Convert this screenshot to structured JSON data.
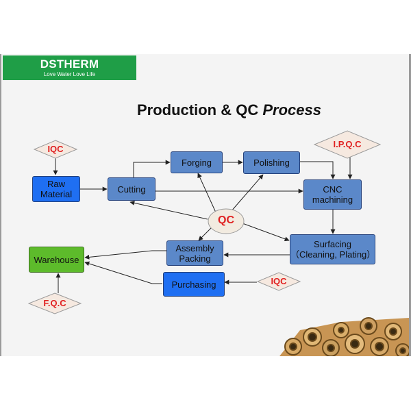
{
  "brand": {
    "name": "DSTHERM",
    "tagline": "Love Water Love Life"
  },
  "title": {
    "main": "Production & QC ",
    "emphasis": "Process"
  },
  "nodes": {
    "raw_material": [
      "Raw",
      "Material"
    ],
    "cutting": "Cutting",
    "forging": "Forging",
    "polishing": "Polishing",
    "cnc": [
      "CNC",
      "machining"
    ],
    "surfacing": [
      "Surfacing",
      "（Cleaning, Plating）"
    ],
    "assembly": [
      "Assembly",
      "Packing"
    ],
    "warehouse": "Warehouse",
    "purchasing": "Purchasing"
  },
  "checkpoints": {
    "iqc_top": "IQC",
    "ipqc": "I.P.Q.C",
    "qc": "QC",
    "iqc_bottom": "IQC",
    "fqc": "F.Q.C"
  },
  "colors": {
    "brand_green": "#1f9e47",
    "node_blue": "#1f6ff2",
    "node_steel": "#5b88c9",
    "node_green": "#5dbb2b",
    "checkpoint_red": "#e02020",
    "diamond_fill": "#f6e9e0"
  }
}
